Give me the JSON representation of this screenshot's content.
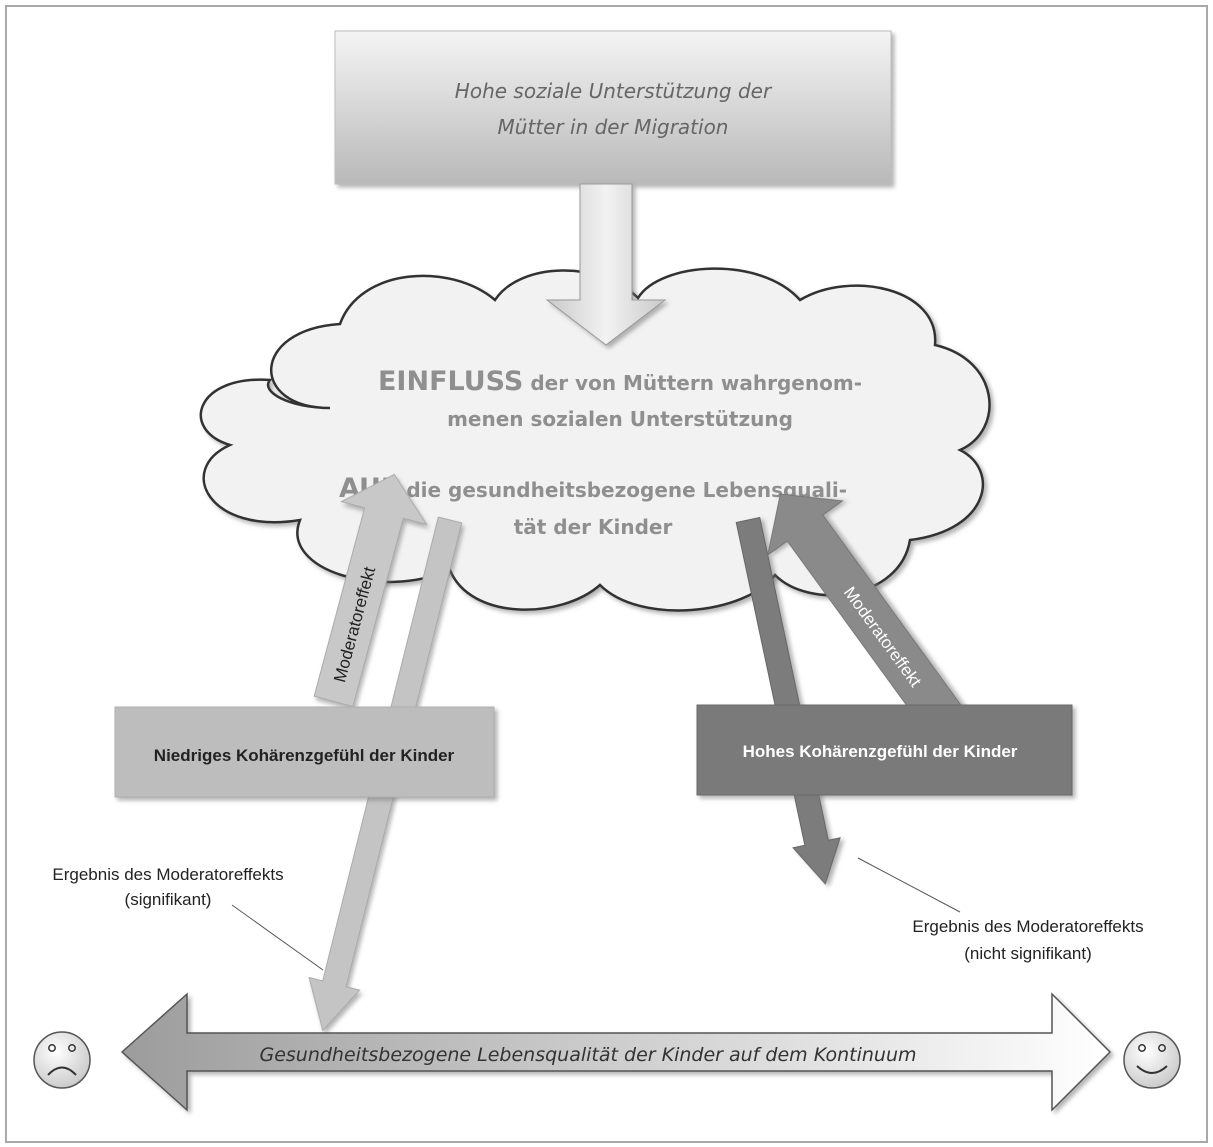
{
  "top_box": {
    "line1": "Hohe soziale Unterstützung der",
    "line2": "Mütter in der Migration"
  },
  "cloud": {
    "line1_strong": "EINFLUSS",
    "line1_rest": " der von Müttern wahrgenom-",
    "line2": "menen sozialen Unterstützung",
    "line3_strong": "AUF",
    "line3_rest": " die gesundheitsbezogene Lebensquali-",
    "line4": "tät der Kinder"
  },
  "moderator_left_label": "Moderatoreffekt",
  "moderator_right_label": "Moderatoreffekt",
  "left_box_label": "Niedriges Kohärenzgefühl der Kinder",
  "right_box_label": "Hohes Kohärenzgefühl der Kinder",
  "left_result": {
    "line1": "Ergebnis des Moderatoreffekts",
    "line2": "(signifikant)"
  },
  "right_result": {
    "line1": "Ergebnis des Moderatoreffekts",
    "line2": "(nicht signifikant)"
  },
  "continuum_label": "Gesundheitsbezogene Lebensqualität der Kinder auf dem Kontinuum",
  "colors": {
    "light_gray": "#c8c8c8",
    "mid_gray": "#b4b4b4",
    "dark_gray": "#7a7a7a",
    "cloud_fill": "#f2f2f2",
    "text_gray": "#8f8f8f"
  }
}
